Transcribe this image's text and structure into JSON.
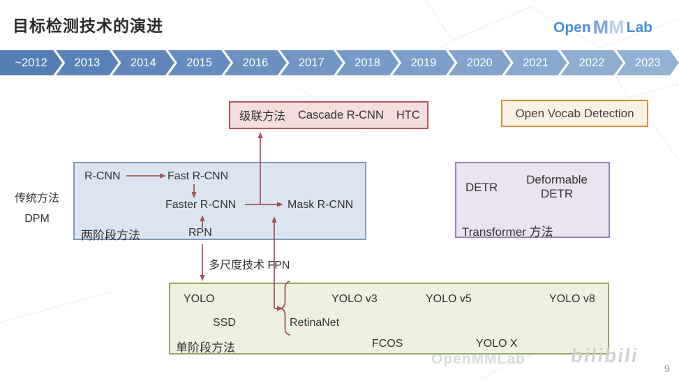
{
  "slide": {
    "title": "目标检测技术的演进",
    "page_number": "9"
  },
  "logo": {
    "open": "Open",
    "m1": "M",
    "m2": "M",
    "lab": "Lab"
  },
  "timeline": {
    "years": [
      "~2012",
      "2013",
      "2014",
      "2015",
      "2016",
      "2017",
      "2018",
      "2019",
      "2020",
      "2021",
      "2022",
      "2023"
    ]
  },
  "labels": {
    "traditional": "传统方法",
    "dpm": "DPM",
    "fpn": "多尺度技术 FPN"
  },
  "boxes": {
    "cascade": {
      "label": "级联方法",
      "items": [
        "Cascade R-CNN",
        "HTC"
      ]
    },
    "open_vocab": {
      "label": "Open Vocab Detection"
    },
    "two_stage": {
      "label": "两阶段方法",
      "rcnn": "R-CNN",
      "fast": "Fast R-CNN",
      "faster": "Faster R-CNN",
      "mask": "Mask R-CNN",
      "rpn": "RPN"
    },
    "transformer": {
      "label": "Transformer 方法",
      "detr": "DETR",
      "deformable_detr": "Deformable DETR"
    },
    "one_stage": {
      "label": "单阶段方法",
      "yolo": "YOLO",
      "ssd": "SSD",
      "retinanet": "RetinaNet",
      "yolo_v3": "YOLO v3",
      "fcos": "FCOS",
      "yolo_v5": "YOLO v5",
      "yolo_x": "YOLO X",
      "yolo_v8": "YOLO v8"
    }
  },
  "watermarks": {
    "openmmlab": "OpenMMLab",
    "bilibili": "bilibili"
  },
  "colors": {
    "timeline_start": "#557db5",
    "timeline_end": "#94b1d3",
    "arrow": "#a5545c",
    "cascade_fill": "#f5dedd",
    "cascade_border": "#b0545c",
    "open_vocab_fill": "#fcf2e4",
    "open_vocab_border": "#d4923d",
    "two_stage_fill": "#dbe5f1",
    "two_stage_border": "#7e9bc2",
    "transformer_fill": "#eae3f0",
    "transformer_border": "#9a83b4",
    "one_stage_fill": "#edf2e0",
    "one_stage_border": "#93a862",
    "logo_blue": "#4b8dd5"
  }
}
